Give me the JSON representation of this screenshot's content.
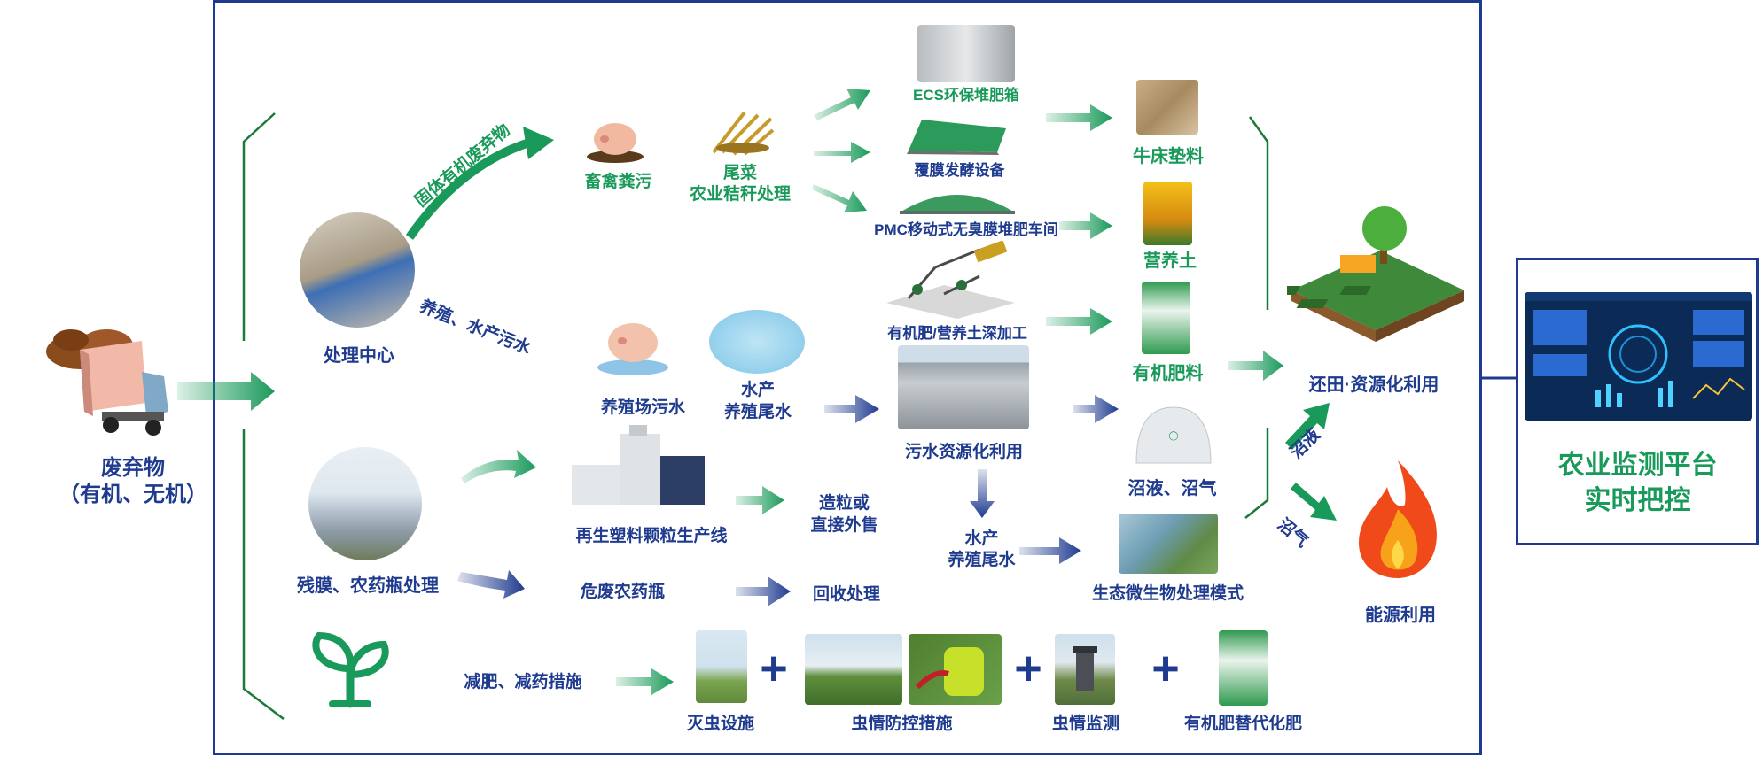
{
  "colors": {
    "green": "#1a9a5a",
    "blue": "#1f3b8f",
    "frame": "#1f3b8f",
    "flame": "#f04a1a"
  },
  "left": {
    "title": "废弃物",
    "subtitle": "（有机、无机）"
  },
  "hub": {
    "label": "处理中心",
    "branch_solid": "固体有机废弃物",
    "branch_water": "养殖、水产污水"
  },
  "solid": {
    "manure": "畜禽粪污",
    "straw_line1": "尾菜",
    "straw_line2": "农业秸秆处理",
    "ecs": "ECS环保堆肥箱",
    "film": "覆膜发酵设备",
    "pmc": "PMC移动式无臭膜堆肥车间",
    "deep": "有机肥/营养土深加工"
  },
  "products": {
    "bedding": "牛床垫料",
    "soil": "营养土",
    "fertilizer": "有机肥料",
    "biogas": "沼液、沼气",
    "eco": "生态微生物处理模式"
  },
  "water": {
    "farm": "养殖场污水",
    "aqua_line1": "水产",
    "aqua_line2": "养殖尾水",
    "reuse": "污水资源化利用",
    "aqua2_line1": "水产",
    "aqua2_line2": "养殖尾水"
  },
  "plastic": {
    "label": "残膜、农药瓶处理",
    "line": "再生塑料颗粒生产线",
    "sell_line1": "造粒或",
    "sell_line2": "直接外售",
    "hazard": "危废农药瓶",
    "recycle": "回收处理"
  },
  "reduce": {
    "label": "减肥、减药措施",
    "trap": "灭虫设施",
    "control": "虫情防控措施",
    "monitor": "虫情监测",
    "organic": "有机肥替代化肥",
    "plus": "+"
  },
  "outputs": {
    "field": "还田·资源化利用",
    "energy": "能源利用",
    "slurry": "沼液",
    "gas": "沼气"
  },
  "platform": {
    "line1": "农业监测平台",
    "line2": "实时把控"
  }
}
